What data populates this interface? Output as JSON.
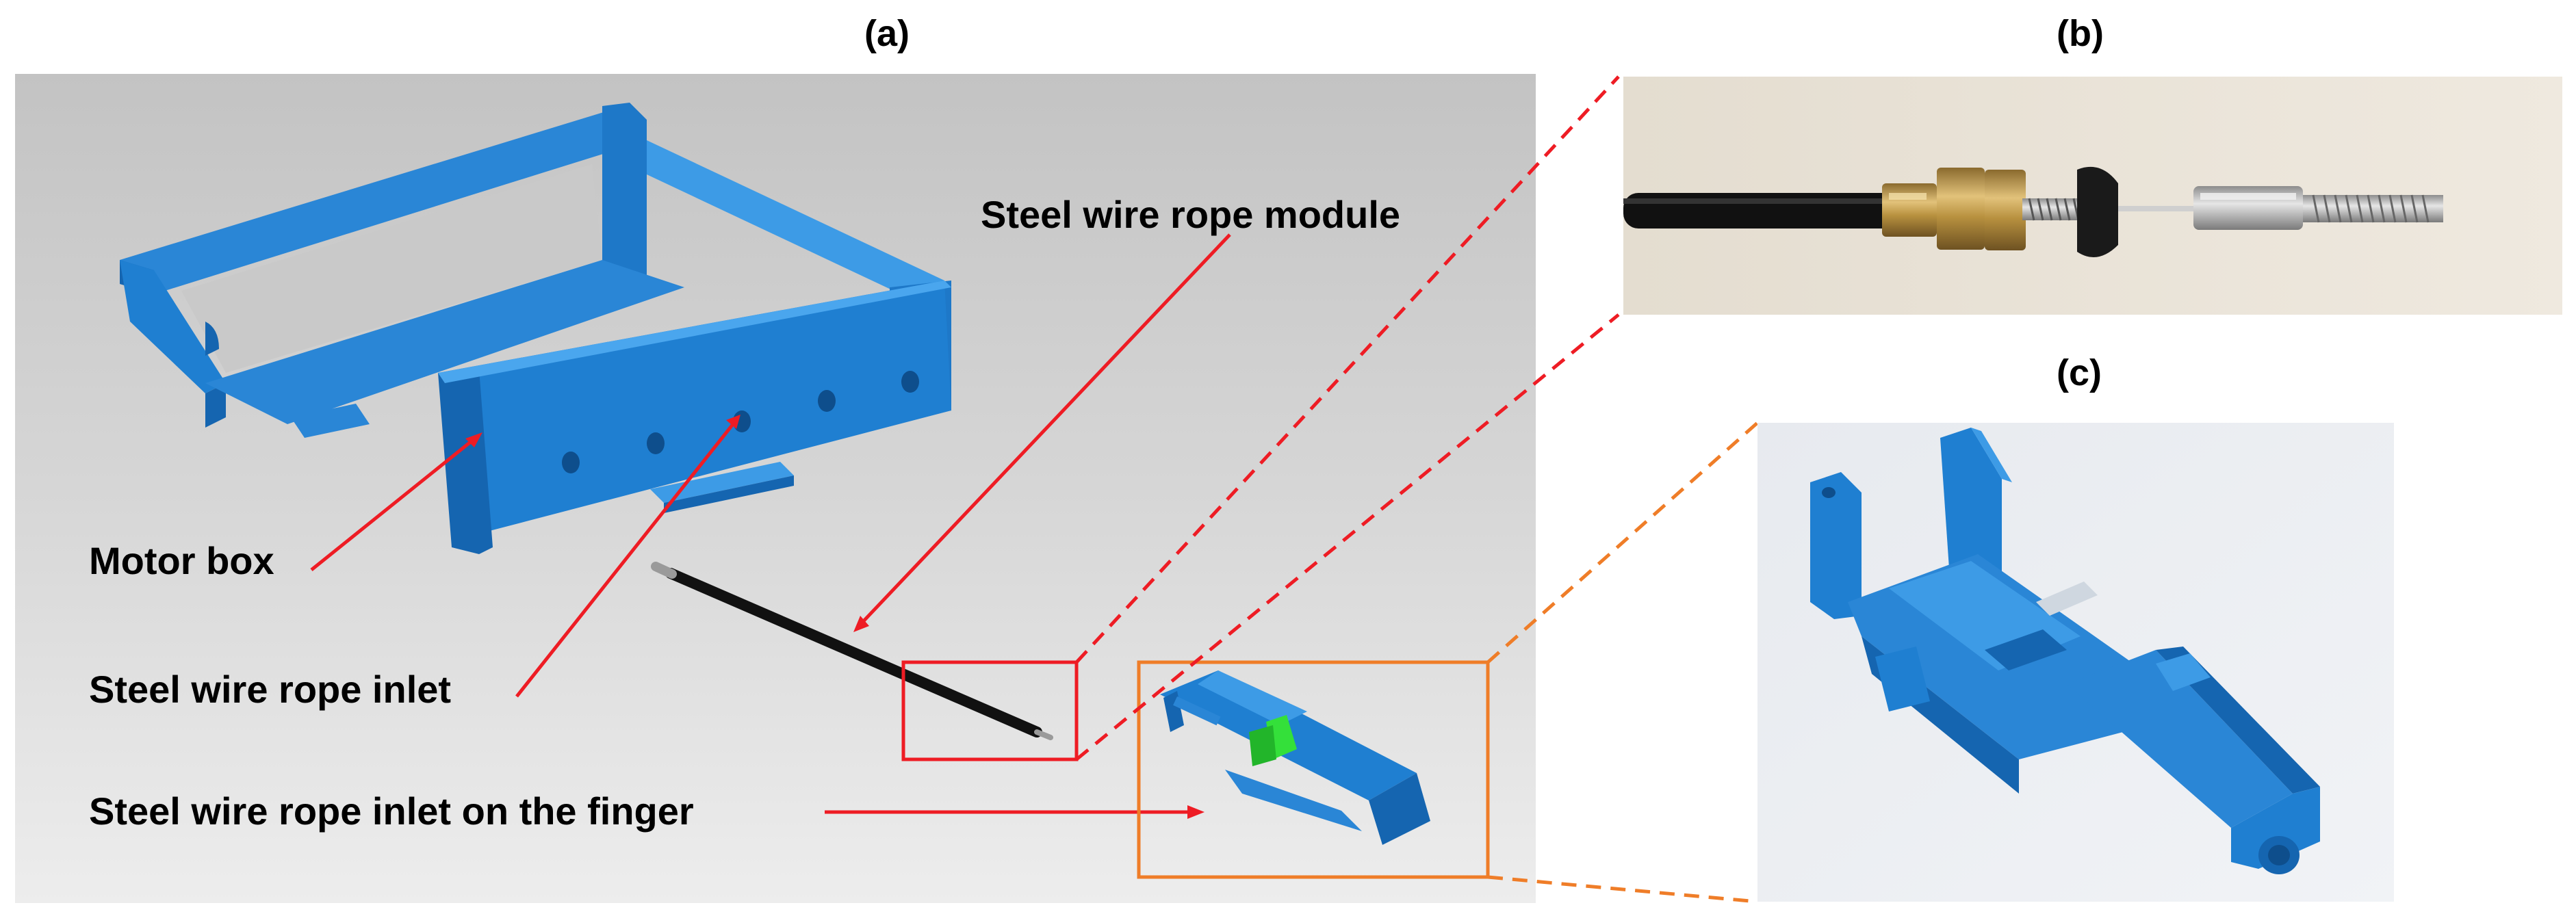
{
  "panels": {
    "a": "(a)",
    "b": "(b)",
    "c": "(c)"
  },
  "callouts": {
    "motor_box": "Motor box",
    "steel_wire_rope_module": "Steel wire rope module",
    "steel_wire_rope_inlet": "Steel wire rope inlet",
    "steel_wire_rope_inlet_finger": "Steel wire rope inlet on the finger"
  },
  "colors": {
    "part_blue": "#1f7fd1",
    "part_blue_dark": "#1565b0",
    "part_blue_light": "#3d9be6",
    "annotation_red": "#ee1c24",
    "annotation_orange": "#ef7d28",
    "green_part": "#34e03a"
  }
}
